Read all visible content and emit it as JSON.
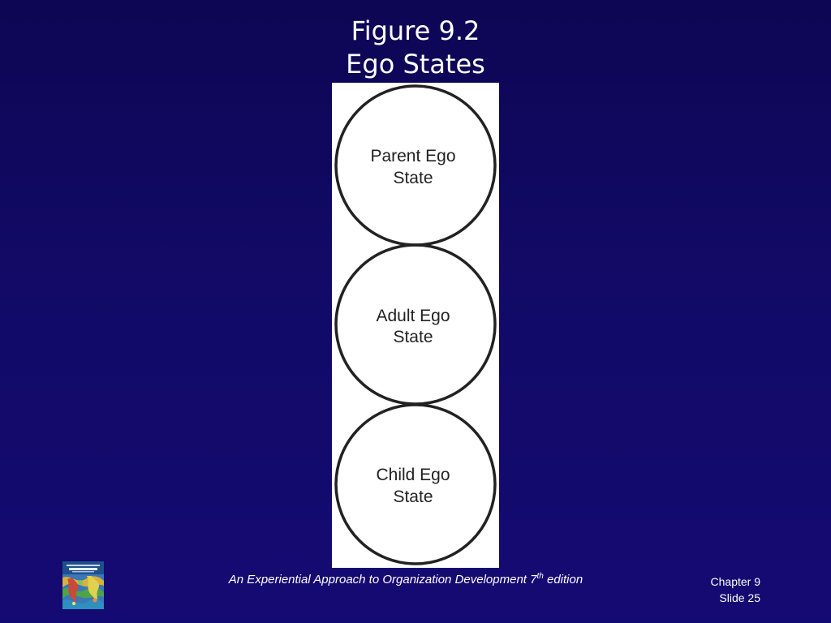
{
  "slide": {
    "title_line1": "Figure 9.2",
    "title_line2": "Ego States",
    "background_color": "#120a66"
  },
  "figure": {
    "states": [
      {
        "line1": "Parent Ego",
        "line2": "State"
      },
      {
        "line1": "Adult Ego",
        "line2": "State"
      },
      {
        "line1": "Child Ego",
        "line2": "State"
      }
    ],
    "circle_stroke_color": "#222222",
    "panel_color": "#ffffff"
  },
  "footer": {
    "book_title": "An Experiential Approach to Organization Development 7",
    "edition_superscript": "th",
    "edition_suffix": " edition",
    "chapter": "Chapter 9",
    "slide": "Slide 25",
    "cover_icon": "book-cover-thumbnail"
  }
}
